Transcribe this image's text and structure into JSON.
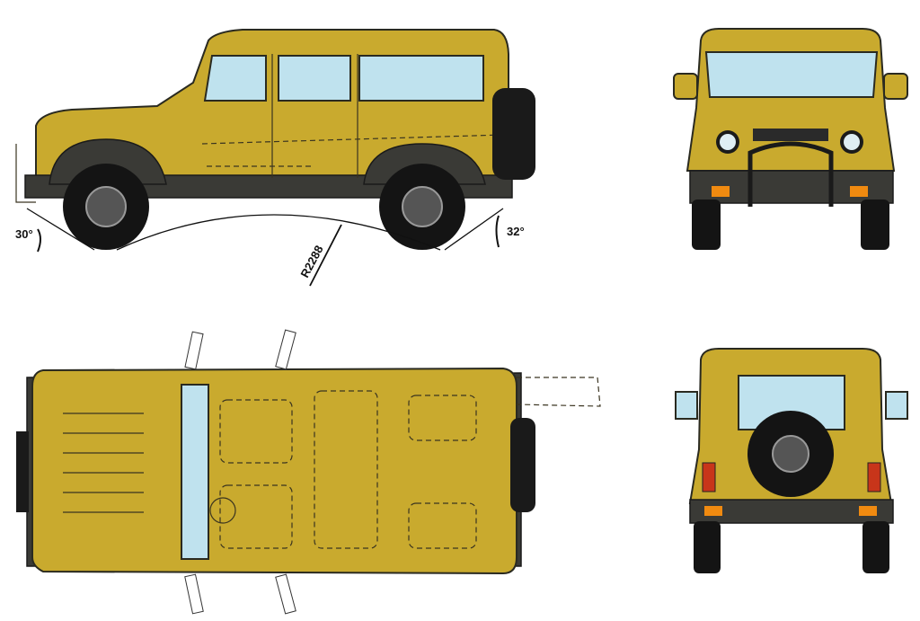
{
  "side_view": {
    "approach_angle": "30°",
    "departure_angle": "32°",
    "ramp_radius": "R2288"
  },
  "colors": {
    "body": "#c9aa2e",
    "glass": "#bfe2ee",
    "tire": "#141414",
    "trim": "#3a3a36"
  }
}
